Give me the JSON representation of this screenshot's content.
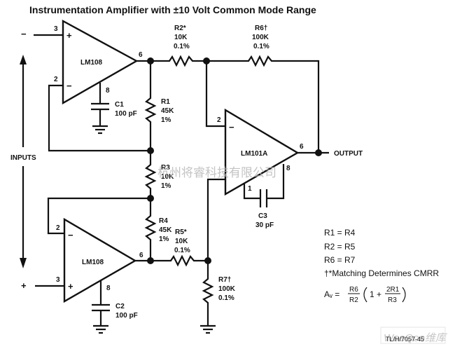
{
  "title": "Instrumentation Amplifier with ±10 Volt Common Mode Range",
  "inputs": {
    "label": "INPUTS",
    "minus_sign": "−",
    "plus_sign": "+"
  },
  "opamps": {
    "top": {
      "name": "LM108",
      "pin_noninv": "3",
      "pin_inv": "2",
      "pin_out": "6",
      "pin_comp": "8",
      "sign_plus": "+",
      "sign_minus": "−"
    },
    "bottom": {
      "name": "LM108",
      "pin_noninv": "3",
      "pin_inv": "2",
      "pin_out": "6",
      "pin_comp": "8",
      "sign_plus": "+",
      "sign_minus": "−"
    },
    "output": {
      "name": "LM101A",
      "pin_inv": "2",
      "pin_out": "6",
      "pin_comp1": "1",
      "pin_comp8": "8",
      "sign_minus": "−"
    }
  },
  "components": {
    "R1": {
      "name": "R1",
      "value": "45K",
      "tol": "1%"
    },
    "R2": {
      "name": "R2*",
      "value": "10K",
      "tol": "0.1%"
    },
    "R3": {
      "name": "R3",
      "value": "10K",
      "tol": "1%"
    },
    "R4": {
      "name": "R4",
      "value": "45K",
      "tol": "1%"
    },
    "R5": {
      "name": "R5*",
      "value": "10K",
      "tol": "0.1%"
    },
    "R6": {
      "name": "R6†",
      "value": "100K",
      "tol": "0.1%"
    },
    "R7": {
      "name": "R7†",
      "value": "100K",
      "tol": "0.1%"
    },
    "C1": {
      "name": "C1",
      "value": "100 pF"
    },
    "C2": {
      "name": "C2",
      "value": "100 pF"
    },
    "C3": {
      "name": "C3",
      "value": "30 pF"
    }
  },
  "output_label": "OUTPUT",
  "notes": {
    "eq1": "R1 = R4",
    "eq2": "R2 = R5",
    "eq3": "R6 = R7",
    "matching": "†*Matching Determines CMRR",
    "gain_lhs": "Aᵥ =",
    "gain_num": "R6",
    "gain_den": "R2",
    "gain_one": "1 +",
    "gain_inner_num": "2R1",
    "gain_inner_den": "R3"
  },
  "watermark": "杭州将睿科技有限公司",
  "footer_ref": "TL/H/7057-45",
  "footer_logo": "WeeQoo维库"
}
